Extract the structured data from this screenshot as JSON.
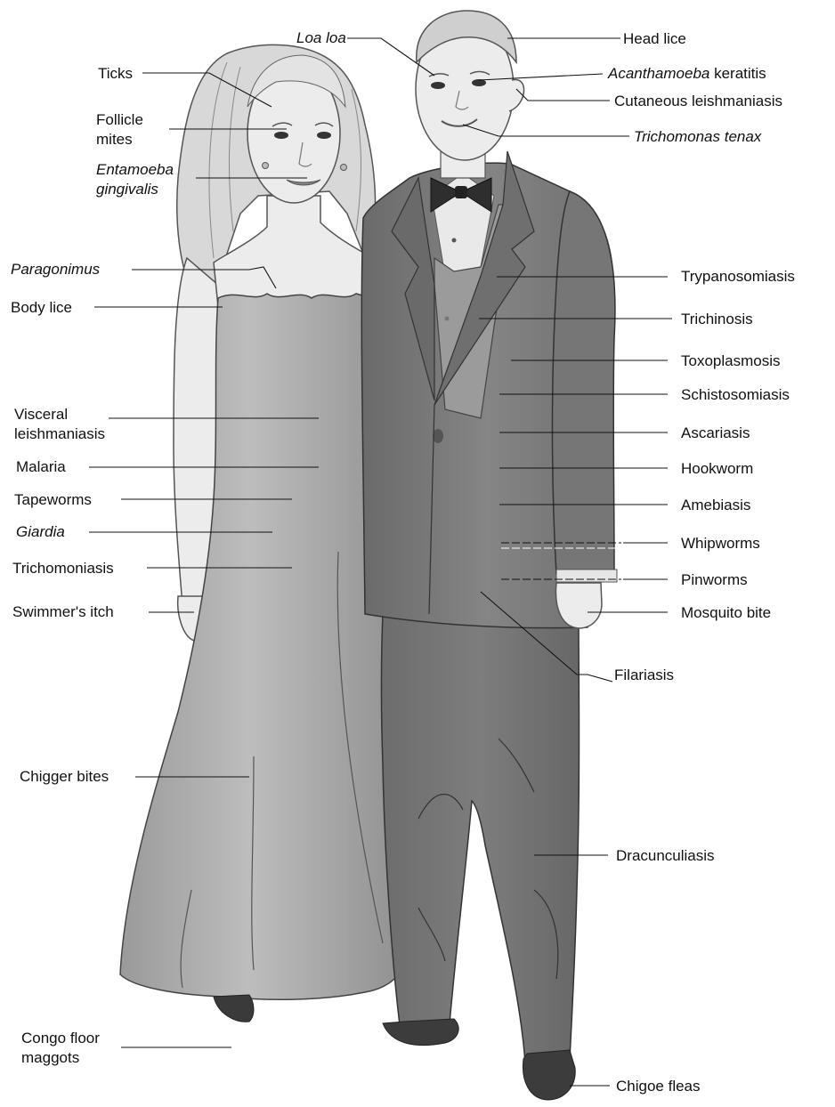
{
  "left_labels": {
    "ticks": "Ticks",
    "follicle_mites_1": "Follicle",
    "follicle_mites_2": "mites",
    "entamoeba_1": "Entamoeba",
    "entamoeba_2": "gingivalis",
    "paragonimus": "Paragonimus",
    "body_lice": "Body lice",
    "visceral_1": "Visceral",
    "visceral_2": "leishmaniasis",
    "malaria": "Malaria",
    "tapeworms": "Tapeworms",
    "giardia": "Giardia",
    "trichomoniasis": "Trichomoniasis",
    "swimmers_itch": "Swimmer's itch",
    "chigger_bites": "Chigger bites",
    "congo_1": "Congo floor",
    "congo_2": "maggots"
  },
  "right_labels": {
    "loa_loa": "Loa loa",
    "head_lice": "Head lice",
    "acanthamoeba_italic": "Acanthamoeba",
    "acanthamoeba_rest": " keratitis",
    "cutaneous": "Cutaneous leishmaniasis",
    "trichomonas_tenax": "Trichomonas tenax",
    "trypanosomiasis": "Trypanosomiasis",
    "trichinosis": "Trichinosis",
    "toxoplasmosis": "Toxoplasmosis",
    "schistosomiasis": "Schistosomiasis",
    "ascariasis": "Ascariasis",
    "hookworm": "Hookworm",
    "amebiasis": "Amebiasis",
    "whipworms": "Whipworms",
    "pinworms": "Pinworms",
    "mosquito_bite": "Mosquito bite",
    "filariasis": "Filariasis",
    "dracunculiasis": "Dracunculiasis",
    "chigoe_fleas": "Chigoe fleas"
  },
  "colors": {
    "woman_dress": "#a8a8a8",
    "man_suit": "#7d7d7d",
    "skin": "#ececec",
    "hair_woman": "#d9d9d9",
    "hair_man": "#c8c8c8"
  }
}
